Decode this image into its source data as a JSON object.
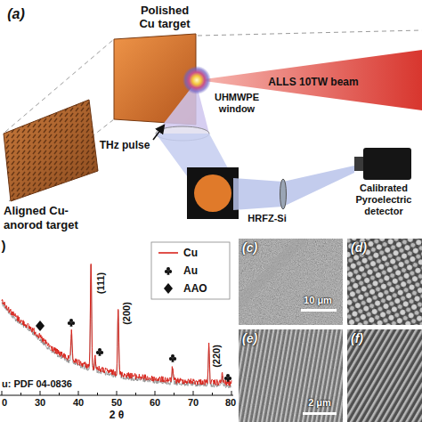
{
  "diagram": {
    "nodes": [
      {
        "text": [
          "Polished Cu target"
        ]
      },
      {
        "text": [
          "Aligned Cu- anorod target"
        ]
      },
      {
        "text": [
          "Calibrated Pyroelectric detector"
        ]
      },
      {
        "text": [
          "(c)",
          "10 μm"
        ]
      },
      {
        "text": [
          "(d)"
        ]
      },
      {
        "text": [
          "(e)",
          "2 μm"
        ]
      },
      {
        "text": [
          "(f)"
        ]
      }
    ],
    "labels": [
      "(a)",
      "ALLS 10TW beam",
      "UHMWPE window",
      "THz pulse",
      "HRFZ-Si",
      ")",
      "(111)",
      "(200)",
      "(220)",
      "u: PDF 04-0836",
      "0",
      "30",
      "40",
      "50",
      "60",
      "70",
      "80",
      "2 θ"
    ],
    "legend": [
      {
        "text": "Cu"
      },
      {
        "text": "Au"
      },
      {
        "text": "AAO"
      }
    ]
  }
}
